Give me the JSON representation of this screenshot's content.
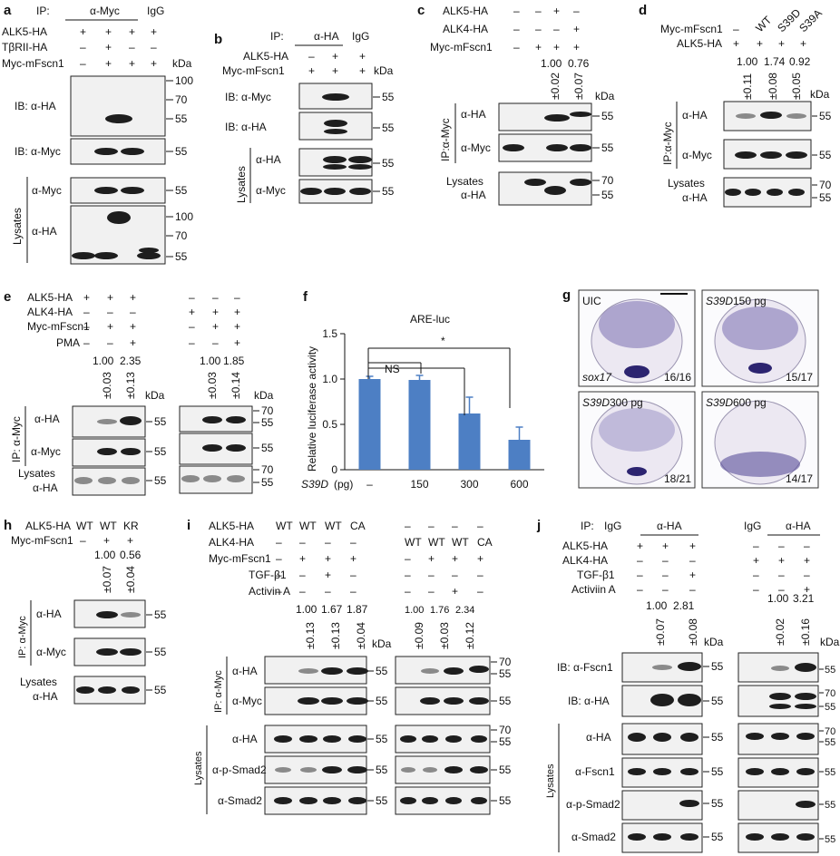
{
  "a": {
    "letter": "a",
    "ip": "IP:",
    "ip_ab": "α-Myc",
    "igg": "IgG",
    "rows": [
      {
        "label": "ALK5-HA",
        "signs": [
          "+",
          "+",
          "+",
          "+"
        ]
      },
      {
        "label": "TβRII-HA",
        "signs": [
          "–",
          "+",
          "–",
          "–"
        ]
      },
      {
        "label": "Myc-mFscn1",
        "signs": [
          "–",
          "+",
          "+",
          "+"
        ]
      }
    ],
    "kda": "kDa",
    "ib_ha": "IB: α-HA",
    "ib_myc": "IB: α-Myc",
    "lys_myc": "α-Myc",
    "lys_ha": "α-HA",
    "lysates": "Lysates",
    "markers": [
      "100",
      "70",
      "55",
      "55",
      "55",
      "100",
      "70",
      "55"
    ]
  },
  "b": {
    "letter": "b",
    "ip": "IP:",
    "ip_ab": "α-HA",
    "igg": "IgG",
    "rows": [
      {
        "label": "ALK5-HA",
        "signs": [
          "–",
          "+",
          "+"
        ]
      },
      {
        "label": "Myc-mFscn1",
        "signs": [
          "+",
          "+",
          "+"
        ]
      }
    ],
    "kda": "kDa",
    "ib_myc": "IB: α-Myc",
    "ib_ha": "IB: α-HA",
    "lys_ha": "α-HA",
    "lys_myc": "α-Myc",
    "lysates": "Lysates",
    "markers": [
      "55",
      "55",
      "55",
      "55"
    ]
  },
  "c": {
    "letter": "c",
    "rows": [
      {
        "label": "ALK5-HA",
        "signs": [
          "–",
          "–",
          "+",
          "–"
        ]
      },
      {
        "label": "ALK4-HA",
        "signs": [
          "–",
          "–",
          "–",
          "+"
        ]
      },
      {
        "label": "Myc-mFscn1",
        "signs": [
          "–",
          "+",
          "+",
          "+"
        ]
      }
    ],
    "quant": [
      "1.00",
      "0.76"
    ],
    "sd": [
      "±0.02",
      "±0.07"
    ],
    "kda": "kDa",
    "ha": "α-HA",
    "myc": "α-Myc",
    "ip": "IP:α-Myc",
    "lysates": "Lysates",
    "lys_ha": "α-HA",
    "markers": [
      "55",
      "55",
      "70",
      "55"
    ]
  },
  "d": {
    "letter": "d",
    "row1": "Myc-mFscn1",
    "cols": [
      "–",
      "WT",
      "S39D",
      "S39A"
    ],
    "row2": "ALK5-HA",
    "row2_signs": [
      "+",
      "+",
      "+",
      "+"
    ],
    "quant": [
      "1.00",
      "1.74",
      "0.92"
    ],
    "sd": [
      "±0.11",
      "±0.08",
      "±0.05"
    ],
    "kda": "kDa",
    "ha": "α-HA",
    "myc": "α-Myc",
    "ip": "IP:α-Myc",
    "lysates": "Lysates",
    "lys_ha": "α-HA",
    "markers": [
      "55",
      "55",
      "70",
      "55"
    ]
  },
  "e": {
    "letter": "e",
    "rows": [
      {
        "label": "ALK5-HA",
        "signs": [
          "+",
          "+",
          "+",
          "–",
          "–",
          "–"
        ]
      },
      {
        "label": "ALK4-HA",
        "signs": [
          "–",
          "–",
          "–",
          "+",
          "+",
          "+"
        ]
      },
      {
        "label": "Myc-mFscn1",
        "signs": [
          "–",
          "+",
          "+",
          "–",
          "+",
          "+"
        ]
      },
      {
        "label": "PMA",
        "signs": [
          "–",
          "–",
          "+",
          "–",
          "–",
          "+"
        ]
      }
    ],
    "quant_l": [
      "1.00",
      "2.35"
    ],
    "sd_l": [
      "±0.03",
      "±0.13"
    ],
    "quant_r": [
      "1.00",
      "1.85"
    ],
    "sd_r": [
      "±0.03",
      "±0.14"
    ],
    "kda": "kDa",
    "ha": "α-HA",
    "myc": "α-Myc",
    "ip": "IP: α-Myc",
    "lysates": "Lysates",
    "lys_ha": "α-HA",
    "markers_l": [
      "55",
      "55",
      "55"
    ],
    "markers_r": [
      "70",
      "55",
      "55",
      "70",
      "55"
    ]
  },
  "f": {
    "letter": "f",
    "xlabel_italic": "S39D",
    "xlabel_rest": " (pg)",
    "sig_ns": "NS",
    "sig_star": "*"
  },
  "chart_data": {
    "type": "bar",
    "title": "ARE-luc",
    "ylabel": "Relative luciferase activity",
    "categories": [
      "–",
      "150",
      "300",
      "600"
    ],
    "values": [
      1.0,
      0.99,
      0.62,
      0.33
    ],
    "errors": [
      0.03,
      0.05,
      0.18,
      0.14
    ],
    "ylim": [
      0,
      1.5
    ],
    "yticks": [
      "0",
      "0.5",
      "1.0",
      "1.5"
    ],
    "bar_color": "#4d7fc4"
  },
  "g": {
    "letter": "g",
    "panels": [
      {
        "title": "UIC",
        "title_italic": "",
        "sub": "sox17",
        "ratio": "16/16"
      },
      {
        "title": " 150 pg",
        "title_italic": "S39D",
        "sub": "",
        "ratio": "15/17"
      },
      {
        "title": " 300 pg",
        "title_italic": "S39D",
        "sub": "",
        "ratio": "18/21"
      },
      {
        "title": " 600 pg",
        "title_italic": "S39D",
        "sub": "",
        "ratio": "14/17"
      }
    ]
  },
  "h": {
    "letter": "h",
    "row1": "ALK5-HA",
    "row1_vals": [
      "WT",
      "WT",
      "KR"
    ],
    "row2": "Myc-mFscn1",
    "row2_signs": [
      "–",
      "+",
      "+"
    ],
    "quant": [
      "1.00",
      "0.56"
    ],
    "sd": [
      "±0.07",
      "±0.04"
    ],
    "ha": "α-HA",
    "myc": "α-Myc",
    "ip": "IP: α-Myc",
    "lysates": "Lysates",
    "lys_ha": "α-HA",
    "markers": [
      "55",
      "55",
      "55"
    ]
  },
  "i": {
    "letter": "i",
    "rows_l": [
      {
        "label": "ALK5-HA",
        "signs": [
          "WT",
          "WT",
          "WT",
          "CA"
        ]
      },
      {
        "label": "ALK4-HA",
        "signs": [
          "–",
          "–",
          "–",
          "–"
        ]
      },
      {
        "label": "Myc-mFscn1",
        "signs": [
          "–",
          "+",
          "+",
          "+"
        ]
      },
      {
        "label": "TGF-β1",
        "signs": [
          "–",
          "–",
          "+",
          "–"
        ]
      },
      {
        "label": "Activin A",
        "signs": [
          "–",
          "–",
          "–",
          "–"
        ]
      }
    ],
    "rows_r": [
      [
        "–",
        "–",
        "–",
        "–"
      ],
      [
        "WT",
        "WT",
        "WT",
        "CA"
      ],
      [
        "–",
        "+",
        "+",
        "+"
      ],
      [
        "–",
        "–",
        "–",
        "–"
      ],
      [
        "–",
        "–",
        "+",
        "–"
      ]
    ],
    "quant_l": [
      "1.00",
      "1.67",
      "1.87"
    ],
    "sd_l": [
      "±0.13",
      "±0.13",
      "±0.04"
    ],
    "quant_r": [
      "1.00",
      "1.76",
      "2.34"
    ],
    "sd_r": [
      "±0.09",
      "±0.03",
      "±0.12"
    ],
    "kda": "kDa",
    "ha": "α-HA",
    "myc": "α-Myc",
    "ip": "IP: α-Myc",
    "lysates": "Lysates",
    "lys_ha": "α-HA",
    "psmad": "α-p-Smad2",
    "smad": "α-Smad2",
    "markers_l": [
      "55",
      "55",
      "55",
      "55",
      "55"
    ],
    "markers_r": [
      "70",
      "55",
      "55",
      "70",
      "55",
      "55",
      "55"
    ]
  },
  "j": {
    "letter": "j",
    "ip": "IP:",
    "igg": "IgG",
    "ip_ab": "α-HA",
    "rows": [
      {
        "label": "ALK5-HA",
        "signs": [
          "+",
          "+",
          "+"
        ]
      },
      {
        "label": "ALK4-HA",
        "signs": [
          "–",
          "–",
          "–"
        ]
      },
      {
        "label": "TGF-β1",
        "signs": [
          "–",
          "–",
          "+"
        ]
      },
      {
        "label": "Activiin A",
        "signs": [
          "–",
          "–",
          "–"
        ]
      }
    ],
    "rows_r": [
      [
        "–",
        "–",
        "–"
      ],
      [
        "+",
        "+",
        "+"
      ],
      [
        "–",
        "–",
        "–"
      ],
      [
        "–",
        "–",
        "+"
      ]
    ],
    "quant_l": [
      "1.00",
      "2.81"
    ],
    "sd_l": [
      "±0.07",
      "±0.08"
    ],
    "quant_r": [
      "1.00",
      "3.21"
    ],
    "sd_r": [
      "±0.02",
      "±0.16"
    ],
    "kda": "kDa",
    "ib_fscn": "IB: α-Fscn1",
    "ib_ha": "IB: α-HA",
    "lys_ha": "α-HA",
    "lys_fscn": "α-Fscn1",
    "psmad": "α-p-Smad2",
    "smad": "α-Smad2",
    "lysates": "Lysates",
    "markers_l": [
      "55",
      "55",
      "55",
      "55",
      "55",
      "55"
    ],
    "markers_r": [
      "55",
      "70",
      "55",
      "70",
      "55",
      "55",
      "55",
      "55"
    ]
  }
}
